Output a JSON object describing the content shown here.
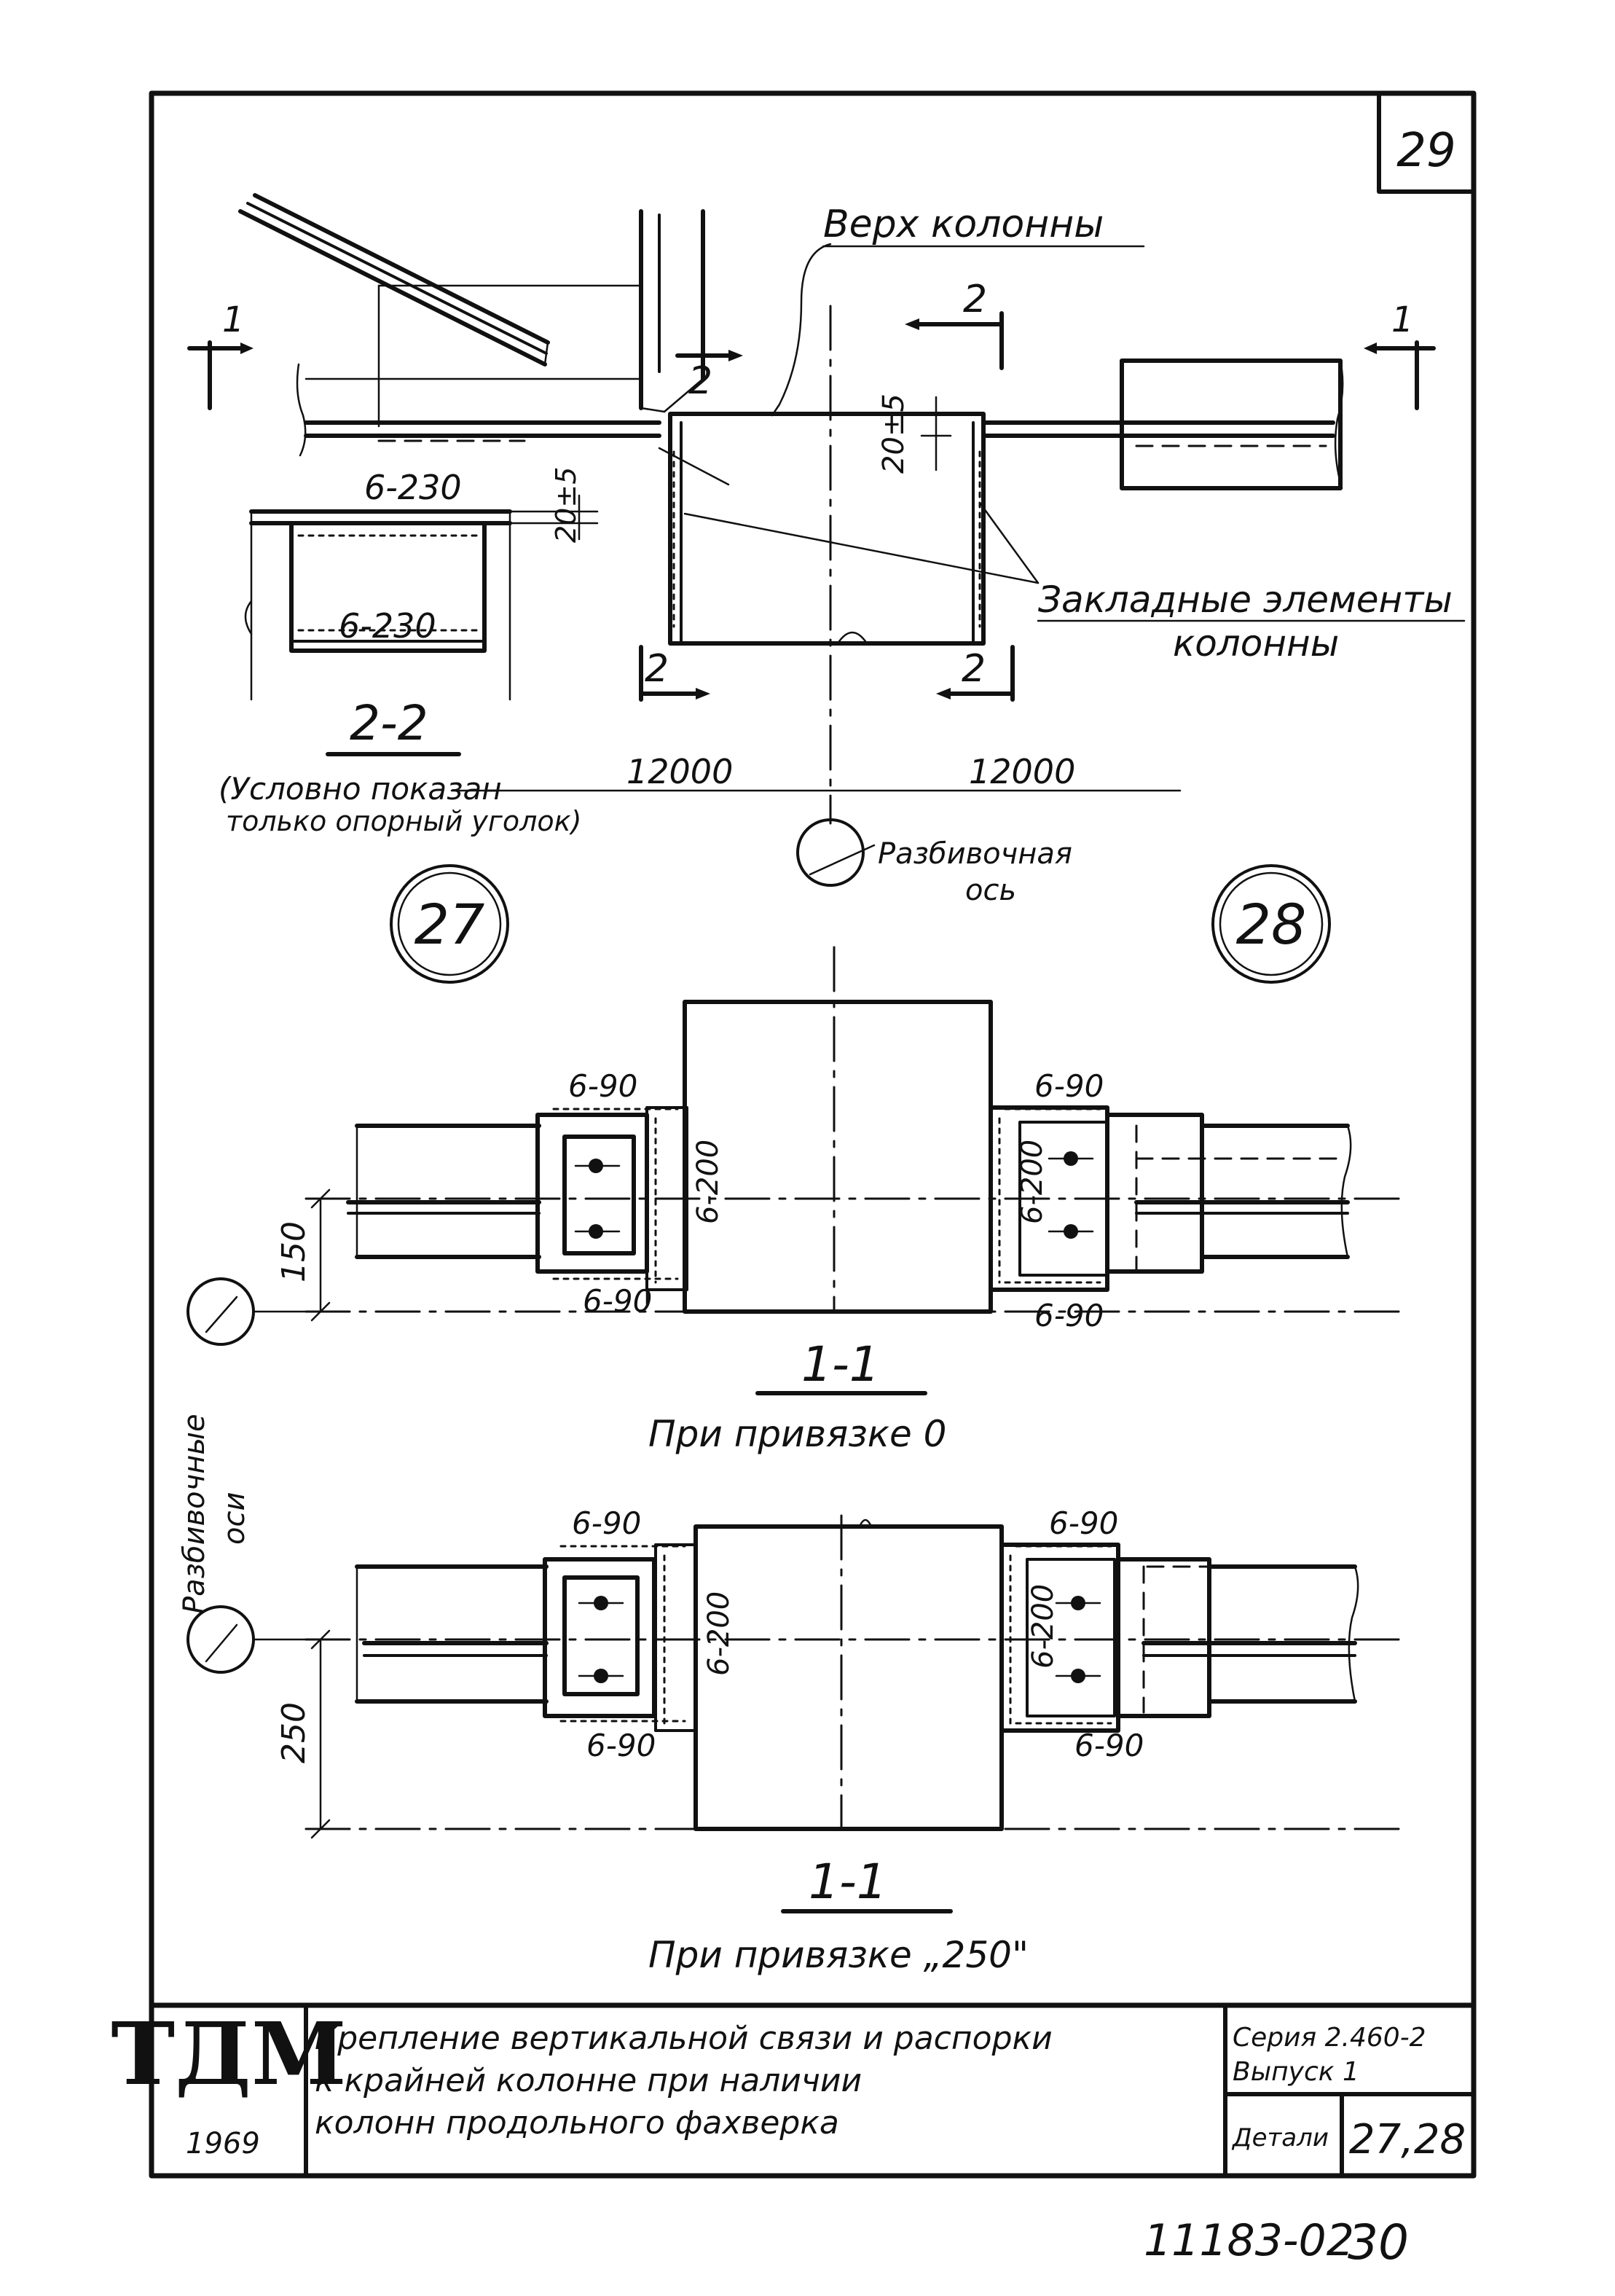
{
  "sheet": {
    "number": "29",
    "footer_code": "11183-02",
    "footer_page": "30"
  },
  "top_view": {
    "column_top_label": "Верх колонны",
    "embedded_line1": "Закладные элементы",
    "embedded_line2": "колонны",
    "dim_column": "20±5",
    "dim_section": "20±5",
    "span_left": "12000",
    "span_right": "12000",
    "axis_label_line1": "Разбивочная",
    "axis_label_line2": "ось",
    "section2_title": "2-2",
    "section2_note_line1": "(Условно показан",
    "section2_note_line2": "только опорный уголок)",
    "weld_upper": "6-230",
    "weld_lower": "6-230",
    "cut_left": "1",
    "cut_right": "1",
    "cut_top": "2",
    "cut_bottom_left": "2",
    "cut_bottom_right": "2",
    "cut_column": "2",
    "node_left": "27",
    "node_right": "28"
  },
  "section_a": {
    "title": "1-1",
    "caption": "При привязке 0",
    "dim_offset": "150",
    "weld_tl": "6-90",
    "weld_bl": "6-90",
    "weld_tr": "6-90",
    "weld_br": "6-90",
    "weld_vl": "6-200",
    "weld_vr": "6-200"
  },
  "section_b": {
    "title": "1-1",
    "caption": "При привязке „250\"",
    "dim_offset": "250",
    "weld_tl": "6-90",
    "weld_bl": "6-90",
    "weld_tr": "6-90",
    "weld_br": "6-90",
    "weld_vl": "6-200",
    "weld_vr": "6-200"
  },
  "side": {
    "axes_label_line1": "Разбивочные",
    "axes_label_line2": "оси"
  },
  "title_block": {
    "logo": "ТДМ",
    "year": "1969",
    "title_line1": "Крепление вертикальной связи и распорки",
    "title_line2": "к крайней колонне при наличии",
    "title_line3": "колонн продольного фахверка",
    "series": "Серия 2.460-2",
    "issue": "Выпуск 1",
    "details_label": "Детали",
    "details_value": "27,28"
  }
}
